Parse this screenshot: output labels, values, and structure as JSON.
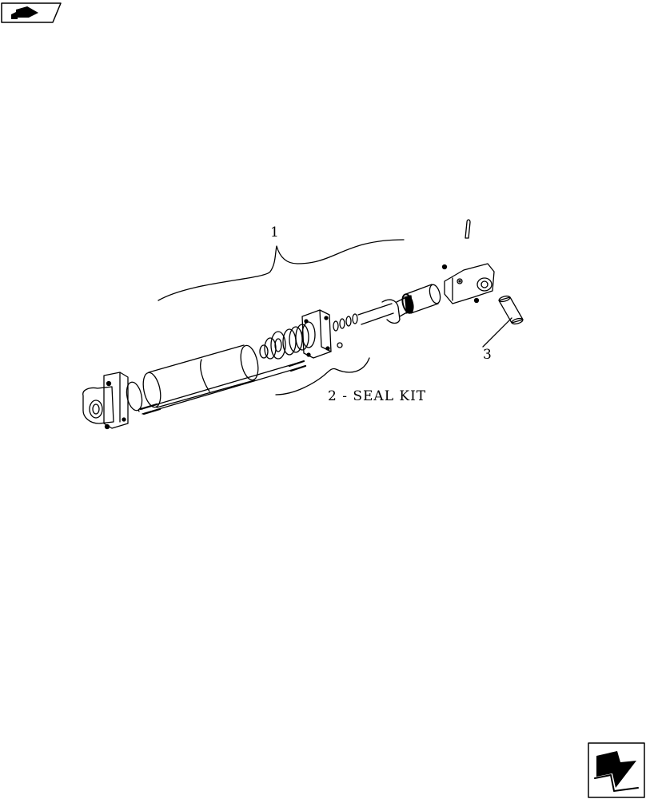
{
  "callouts": {
    "item_1": "1",
    "item_2": "2 - SEAL KIT",
    "item_3": "3"
  },
  "navigation": {
    "prev_icon": "previous-page-arrow-icon",
    "next_icon": "next-page-arrow-icon"
  },
  "colors": {
    "line": "#000000",
    "background": "#ffffff"
  }
}
